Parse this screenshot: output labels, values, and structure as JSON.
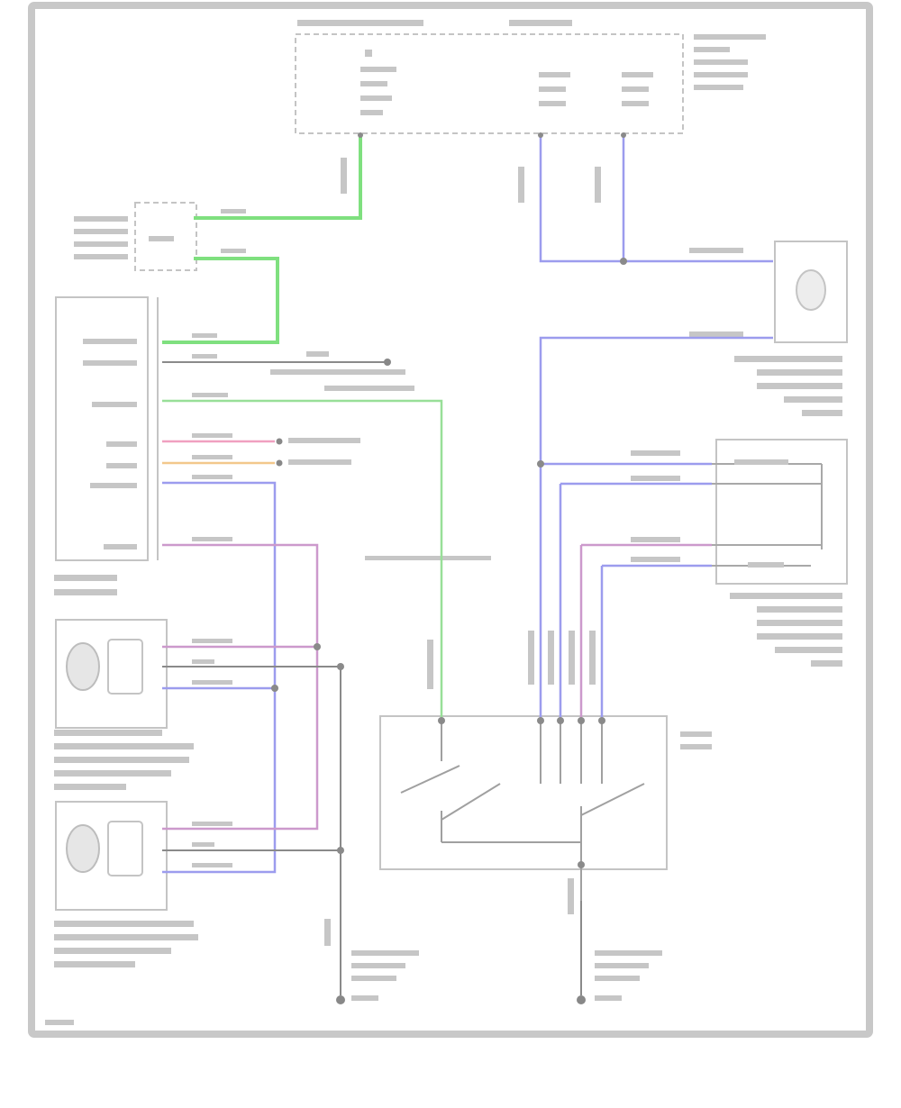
{
  "diagram": {
    "footer_code": "",
    "components": [
      {
        "id": "fuse-block",
        "label": ""
      },
      {
        "id": "ecu",
        "label": ""
      },
      {
        "id": "relay-connector",
        "label": ""
      },
      {
        "id": "pump-motor",
        "label": ""
      },
      {
        "id": "front-right-motor",
        "label": ""
      },
      {
        "id": "sensor-front",
        "label": ""
      },
      {
        "id": "sensor-rear",
        "label": ""
      },
      {
        "id": "main-switch",
        "label": ""
      },
      {
        "id": "ground-left",
        "label": ""
      },
      {
        "id": "ground-right",
        "label": ""
      }
    ],
    "wire_colors": {
      "green": "#7fe07f",
      "blue": "#9c9cee",
      "purple": "#cc99cc",
      "pink": "#f0a0c0",
      "orange": "#f2c88c",
      "gray": "#a8a8a8"
    }
  }
}
